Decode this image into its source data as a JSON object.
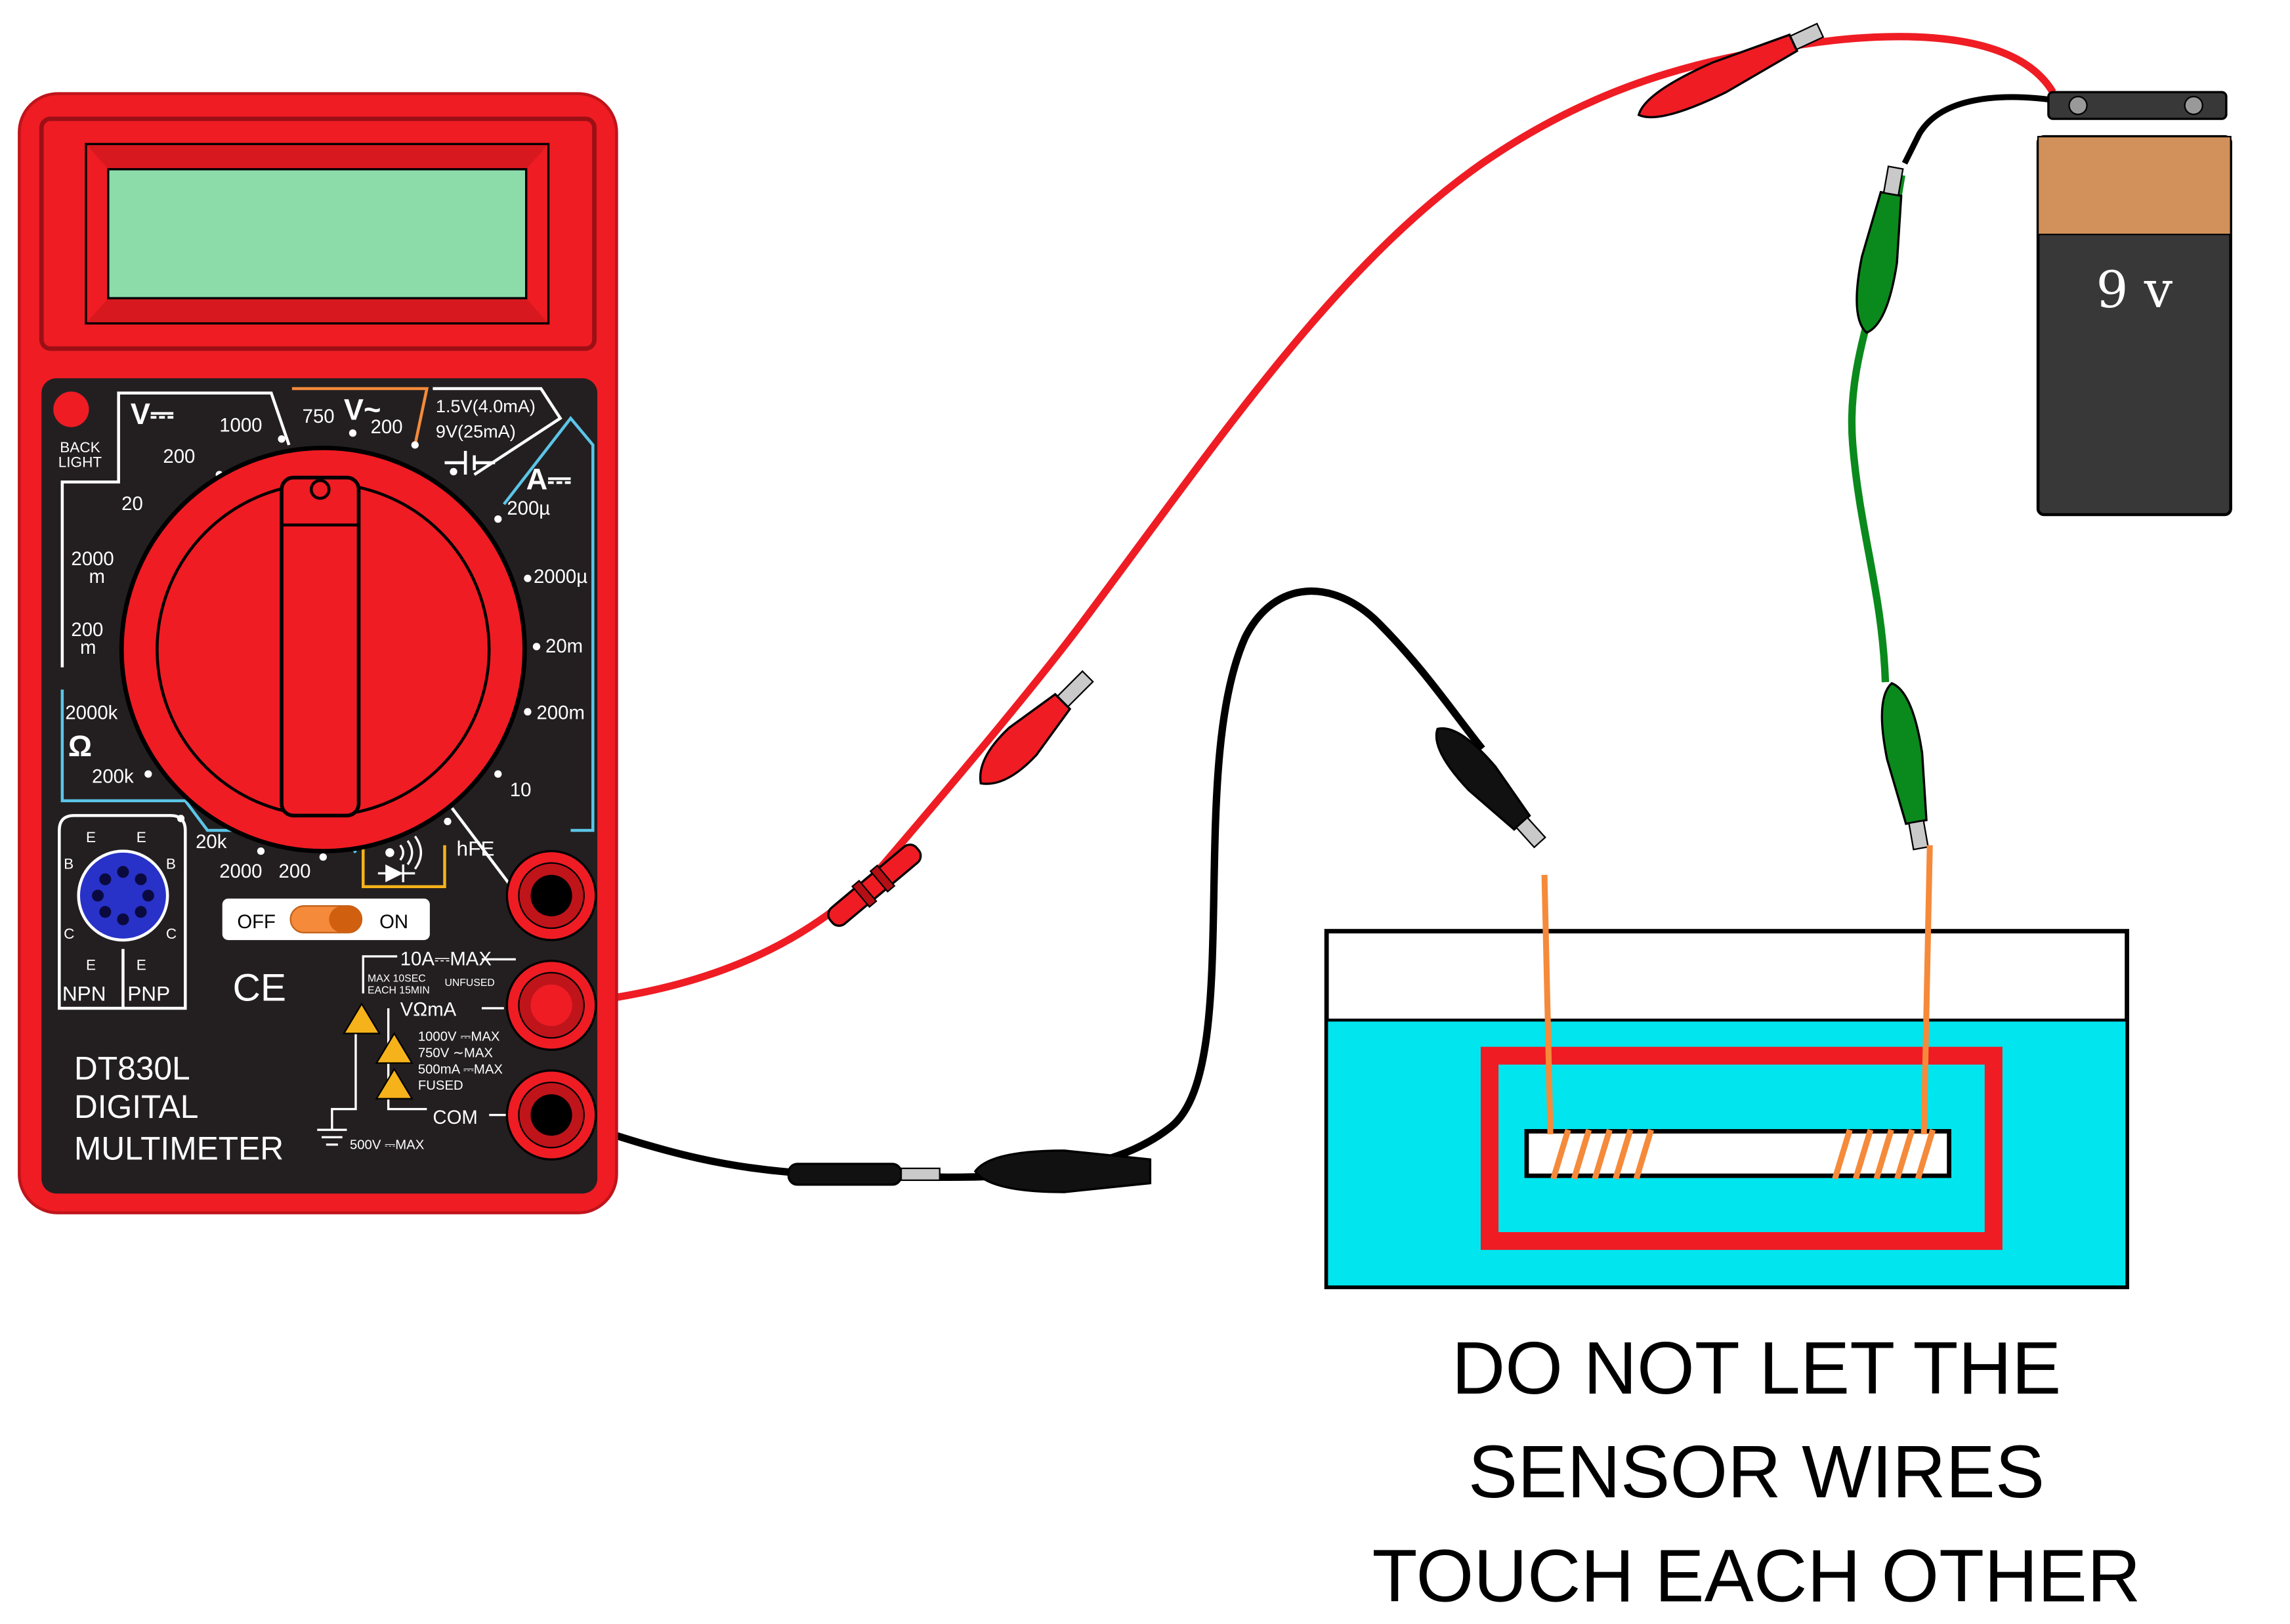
{
  "multimeter": {
    "model": "DT830L",
    "name_line1": "DIGITAL",
    "name_line2": "MULTIMETER",
    "backlight_line1": "BACK",
    "backlight_line2": "LIGHT",
    "off_label": "OFF",
    "on_label": "ON",
    "ce_mark": "CE",
    "sections": {
      "vdc": "V⎓",
      "vac": "V~",
      "adc": "A⎓",
      "ohm": "Ω",
      "hfe": "hFE"
    },
    "battery_test_line1": "1.5V(4.0mA)",
    "battery_test_line2": "9V(25mA)",
    "dial_labels": {
      "v1000": "1000",
      "v200": "200",
      "v20": "20",
      "v2000m_a": "2000",
      "v2000m_b": "m",
      "v200m_a": "200",
      "v200m_b": "m",
      "ac750": "750",
      "ac200": "200",
      "a200u": "200µ",
      "a2000u": "2000µ",
      "a20m": "20m",
      "a200m": "200m",
      "a10": "10",
      "r2000k": "2000k",
      "r200k": "200k",
      "r20k": "20k",
      "r2000": "2000",
      "r200": "200"
    },
    "transistor_socket": {
      "npn": "NPN",
      "pnp": "PNP",
      "e": "E",
      "b": "B",
      "c": "C"
    },
    "jacks": {
      "tenA": "10A⎓MAX",
      "tenA_note1": "MAX 10SEC",
      "tenA_note2": "EACH 15MIN",
      "unfused": "UNFUSED",
      "vohm": "VΩmA",
      "vohm_line1": "1000V ⎓MAX",
      "vohm_line2": "750V ∼MAX",
      "vohm_line3": "500mA ⎓MAX",
      "fused": "FUSED",
      "com": "COM",
      "com_note": "500V ⎓MAX"
    }
  },
  "battery": {
    "label": "9 v"
  },
  "warning": {
    "line1": "DO NOT LET THE",
    "line2": "SENSOR WIRES",
    "line3": "TOUCH EACH OTHER"
  },
  "colors": {
    "meter_red": "#ef1c24",
    "meter_black": "#231f20",
    "lcd": "#8cdcaa",
    "water": "#00e5ee",
    "battery_copper": "#d2915a",
    "battery_body": "#383838",
    "green_lead": "#0a8a1c",
    "copper_wire": "#f58a3a",
    "selector_blue": "#5bc5e8",
    "selector_orange": "#f58a3a"
  }
}
